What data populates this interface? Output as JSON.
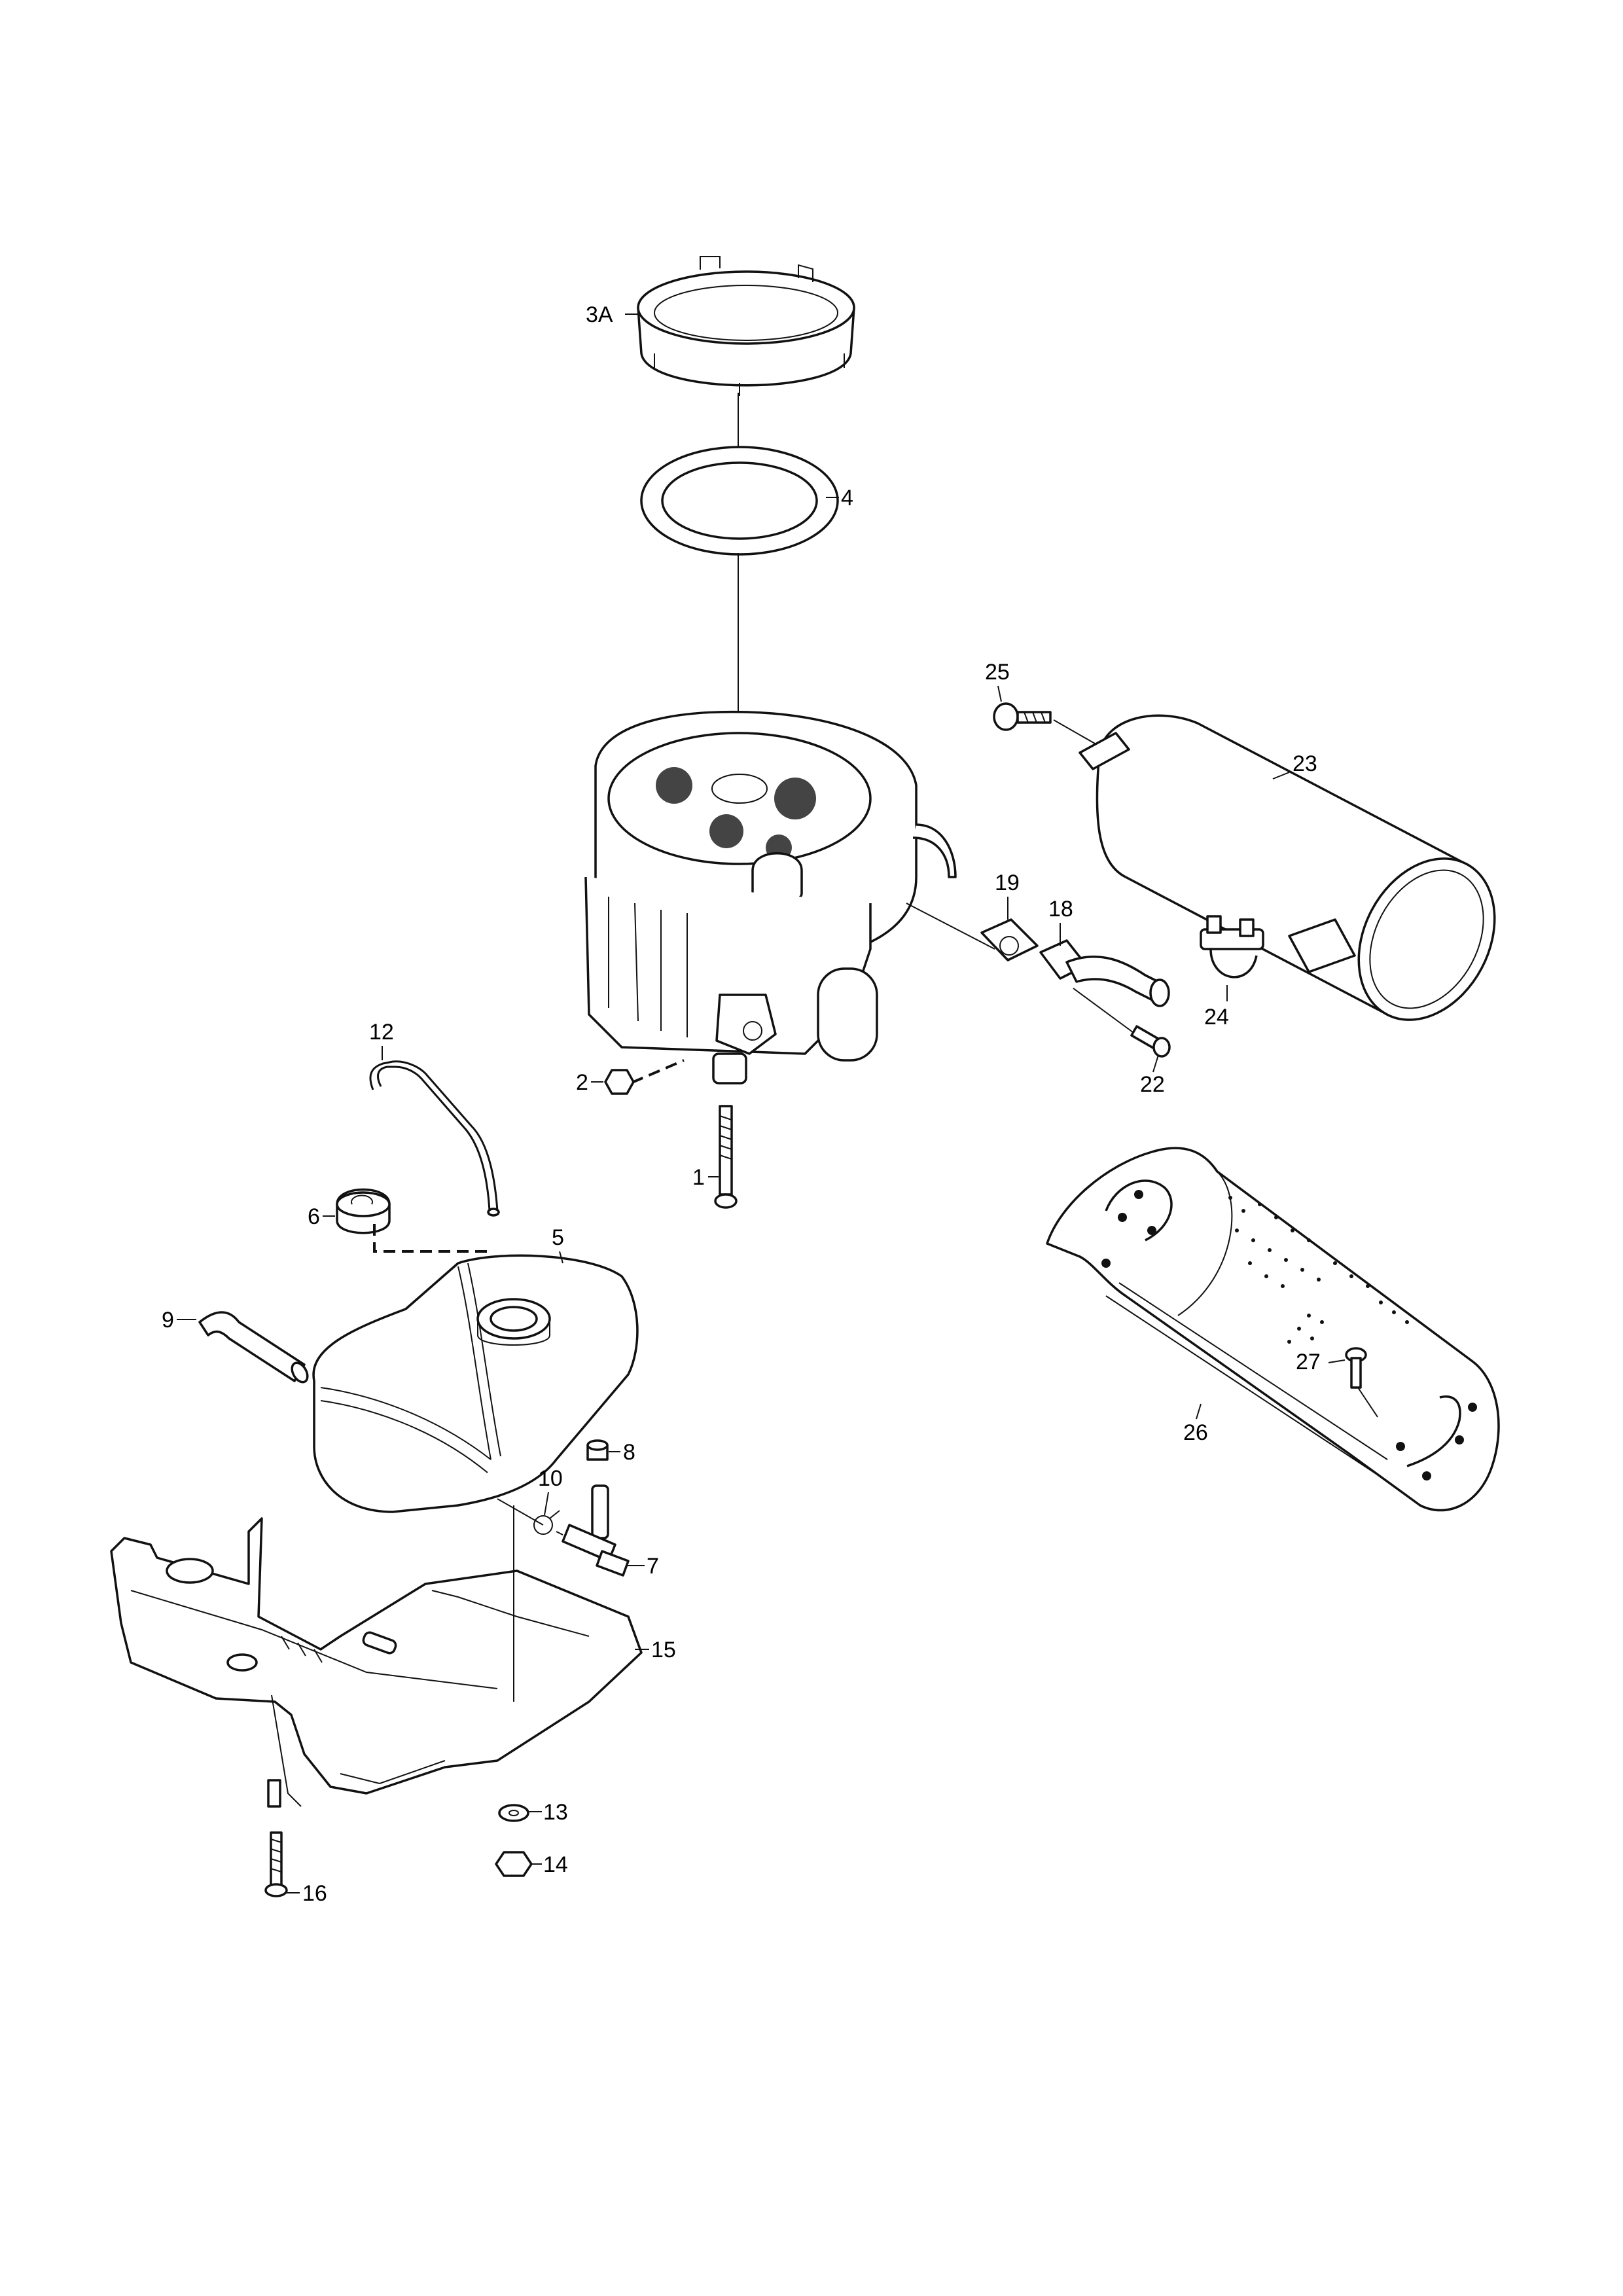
{
  "diagram": {
    "callouts": [
      {
        "id": "3A"
      },
      {
        "id": "4"
      },
      {
        "id": "25"
      },
      {
        "id": "23"
      },
      {
        "id": "19"
      },
      {
        "id": "18"
      },
      {
        "id": "24"
      },
      {
        "id": "22"
      },
      {
        "id": "12"
      },
      {
        "id": "2"
      },
      {
        "id": "1"
      },
      {
        "id": "6"
      },
      {
        "id": "5"
      },
      {
        "id": "9"
      },
      {
        "id": "8"
      },
      {
        "id": "10"
      },
      {
        "id": "7"
      },
      {
        "id": "15"
      },
      {
        "id": "13"
      },
      {
        "id": "14"
      },
      {
        "id": "16"
      },
      {
        "id": "27"
      },
      {
        "id": "26"
      }
    ]
  }
}
